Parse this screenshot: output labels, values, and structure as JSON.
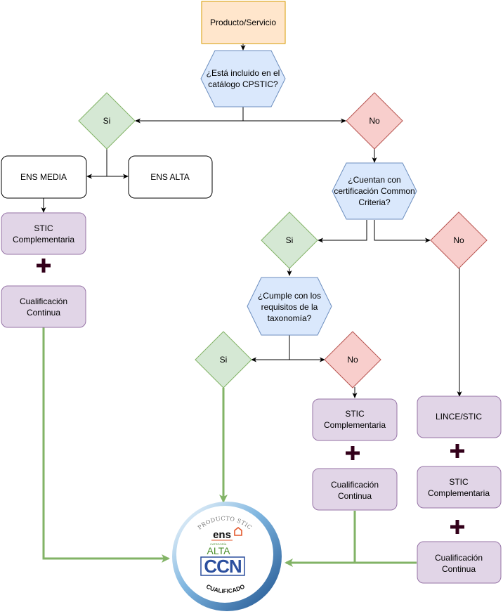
{
  "nodes": {
    "product": "Producto/Servicio",
    "q_catalog_1": "¿Está incluido en el",
    "q_catalog_2": "catálogo CPSTIC?",
    "si_1": "Si",
    "no_1": "No",
    "ens_media": "ENS MEDIA",
    "ens_alta": "ENS ALTA",
    "stic_left_1": "STIC",
    "stic_left_2": "Complementaria",
    "cual_left_1": "Cualificación",
    "cual_left_2": "Continua",
    "q_cc_1": "¿Cuentan con",
    "q_cc_2": "certificación Common",
    "q_cc_3": "Criteria?",
    "si_2": "Si",
    "no_2": "No",
    "q_tax_1": "¿Cumple con los",
    "q_tax_2": "requisitos de la",
    "q_tax_3": "taxonomía?",
    "si_3": "Si",
    "no_3": "No",
    "stic_mid_1": "STIC",
    "stic_mid_2": "Complementaria",
    "cual_mid_1": "Cualificación",
    "cual_mid_2": "Continua",
    "lince": "LINCE/STIC",
    "stic_right_1": "STIC",
    "stic_right_2": "Complementaria",
    "cual_right_1": "Cualificación",
    "cual_right_2": "Continua"
  },
  "badge": {
    "arc_text": "PRODUCTO STIC",
    "ens": "ens",
    "alta_small": "CATEGORÍA",
    "alta": "ALTA",
    "ccn": "CCN",
    "bottom": "CUALIFICADO"
  },
  "colors": {
    "orange_fill": "#ffe6cc",
    "orange_stroke": "#d79b00",
    "blue_fill": "#dae8fc",
    "blue_stroke": "#6c8ebf",
    "green_fill": "#d5e8d4",
    "green_stroke": "#82b366",
    "red_fill": "#f8cecc",
    "red_stroke": "#b85450",
    "purple_fill": "#e1d5e7",
    "purple_stroke": "#9673a6",
    "green_line": "#82b366",
    "plus": "#33001a"
  }
}
